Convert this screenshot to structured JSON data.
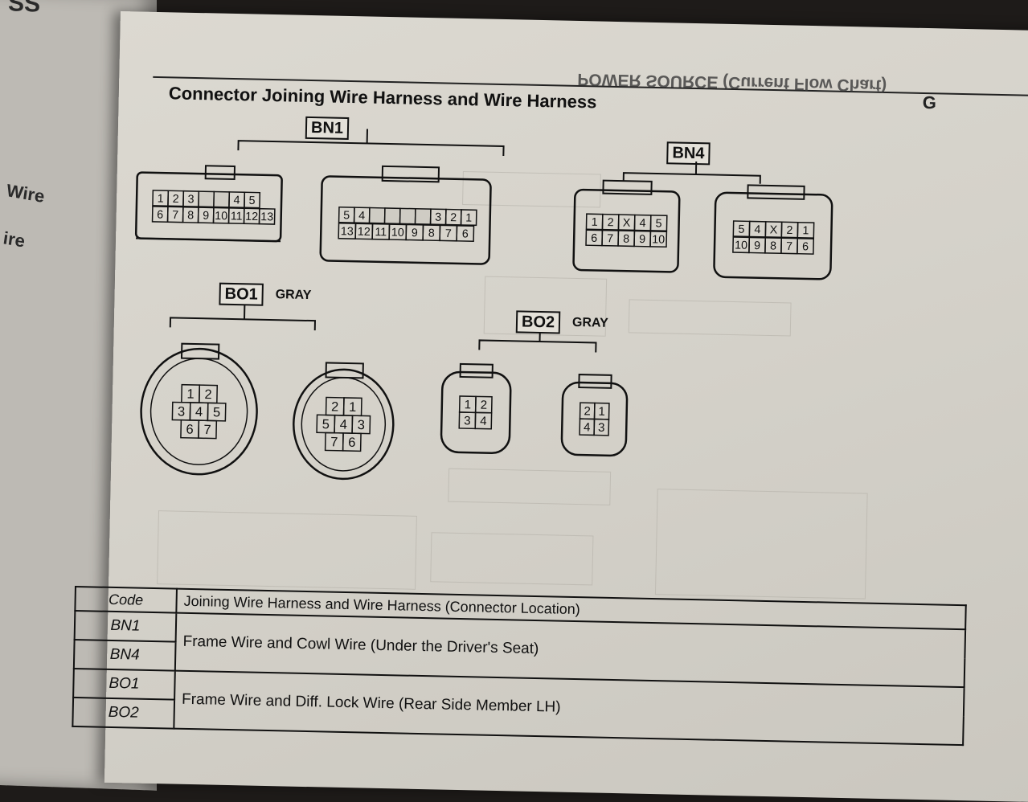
{
  "left_page": {
    "fragments": [
      "SS",
      "Wire",
      "ire"
    ]
  },
  "header": {
    "mirrored_text": "POWER SOURCE (Current Flow Chart)",
    "section_letter": "G"
  },
  "title": "Connector Joining Wire Harness and Wire Harness",
  "connectors": {
    "bn1": {
      "label": "BN1",
      "left_top_pins": [
        "1",
        "2",
        "3",
        "",
        "",
        "4",
        "5"
      ],
      "left_bottom_pins": [
        "6",
        "7",
        "8",
        "9",
        "10",
        "11",
        "12",
        "13"
      ],
      "right_top_pins": [
        "5",
        "4",
        "",
        "",
        "",
        "",
        "3",
        "2",
        "1"
      ],
      "right_bottom_pins": [
        "13",
        "12",
        "11",
        "10",
        "9",
        "8",
        "7",
        "6"
      ]
    },
    "bn4": {
      "label": "BN4",
      "left_top_pins": [
        "1",
        "2",
        "X",
        "4",
        "5"
      ],
      "left_bottom_pins": [
        "6",
        "7",
        "8",
        "9",
        "10"
      ],
      "right_top_pins": [
        "5",
        "4",
        "X",
        "2",
        "1"
      ],
      "right_bottom_pins": [
        "10",
        "9",
        "8",
        "7",
        "6"
      ]
    },
    "bo1": {
      "label": "BO1",
      "color": "GRAY",
      "left_pins": [
        [
          "1",
          "2"
        ],
        [
          "3",
          "4",
          "5"
        ],
        [
          "6",
          "7"
        ]
      ],
      "right_pins": [
        [
          "2",
          "1"
        ],
        [
          "5",
          "4",
          "3"
        ],
        [
          "7",
          "6"
        ]
      ]
    },
    "bo2": {
      "label": "BO2",
      "color": "GRAY",
      "left_pins": [
        [
          "1",
          "2"
        ],
        [
          "3",
          "4"
        ]
      ],
      "right_pins": [
        [
          "2",
          "1"
        ],
        [
          "4",
          "3"
        ]
      ]
    }
  },
  "table": {
    "headers": [
      "Code",
      "Joining Wire Harness and Wire Harness (Connector Location)"
    ],
    "rows": [
      {
        "codes": [
          "BN1",
          "BN4"
        ],
        "location": "Frame Wire and Cowl Wire (Under the Driver's Seat)"
      },
      {
        "codes": [
          "BO1",
          "BO2"
        ],
        "location": "Frame Wire and Diff. Lock Wire (Rear Side Member LH)"
      }
    ]
  }
}
